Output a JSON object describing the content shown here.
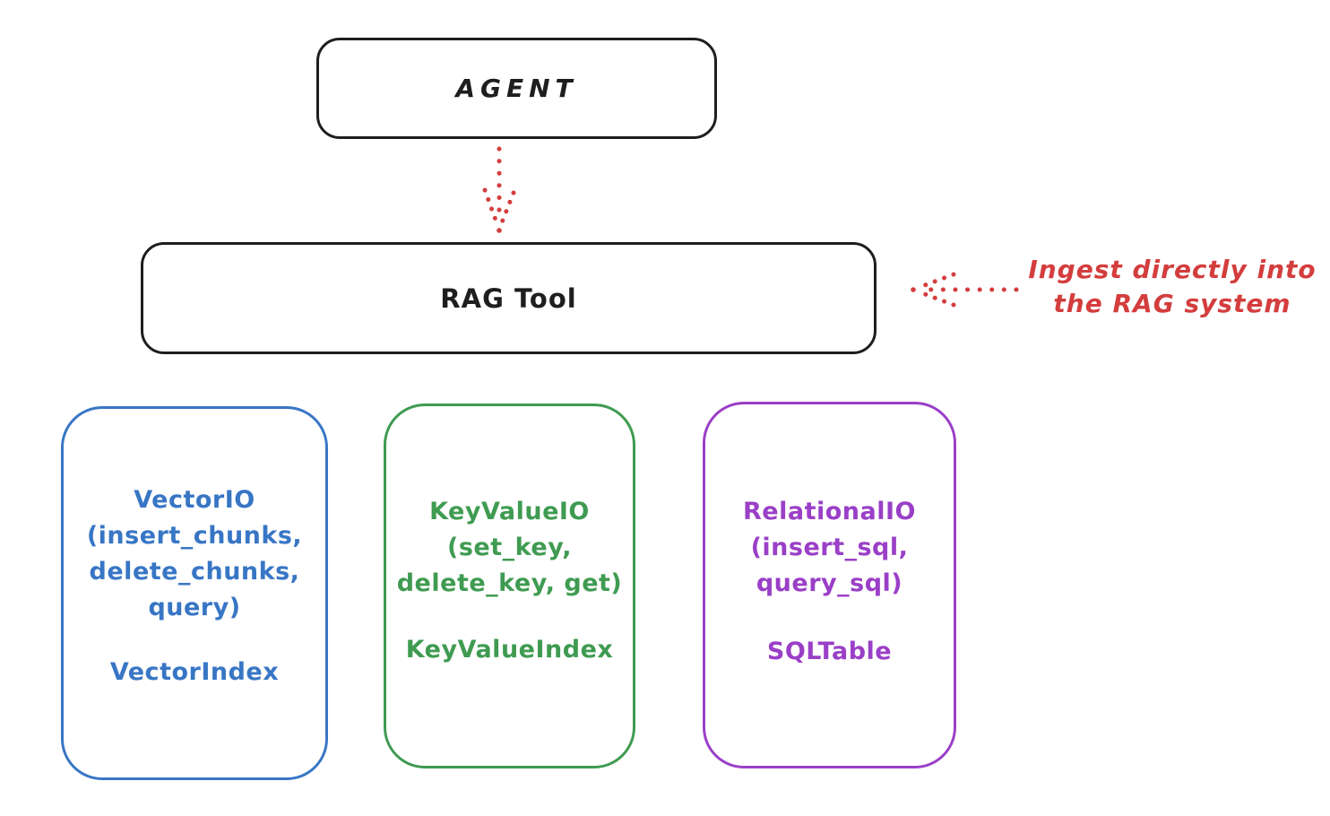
{
  "colors": {
    "stroke_black": "#1e1e1e",
    "arrow_red": "#d43d3d",
    "vector_blue": "#3876c5",
    "keyvalue_green": "#3f9b51",
    "relational_purple": "#9a3fc7",
    "background": "#ffffff"
  },
  "agent_box": {
    "label": "AGENT"
  },
  "rag_tool_box": {
    "label": "RAG Tool"
  },
  "annotation": {
    "line1": "Ingest directly into",
    "line2": "the RAG system"
  },
  "io_boxes": [
    {
      "name": "VectorIO",
      "color": "#3876c5",
      "lines": [
        "VectorIO",
        "(insert_chunks,",
        "delete_chunks,",
        "query)"
      ],
      "index_label": "VectorIndex"
    },
    {
      "name": "KeyValueIO",
      "color": "#3f9b51",
      "lines": [
        "KeyValueIO",
        "(set_key,",
        "delete_key, get)"
      ],
      "index_label": "KeyValueIndex"
    },
    {
      "name": "RelationalIO",
      "color": "#9a3fc7",
      "lines": [
        "RelationalIO",
        "(insert_sql,",
        "query_sql)"
      ],
      "index_label": "SQLTable"
    }
  ]
}
